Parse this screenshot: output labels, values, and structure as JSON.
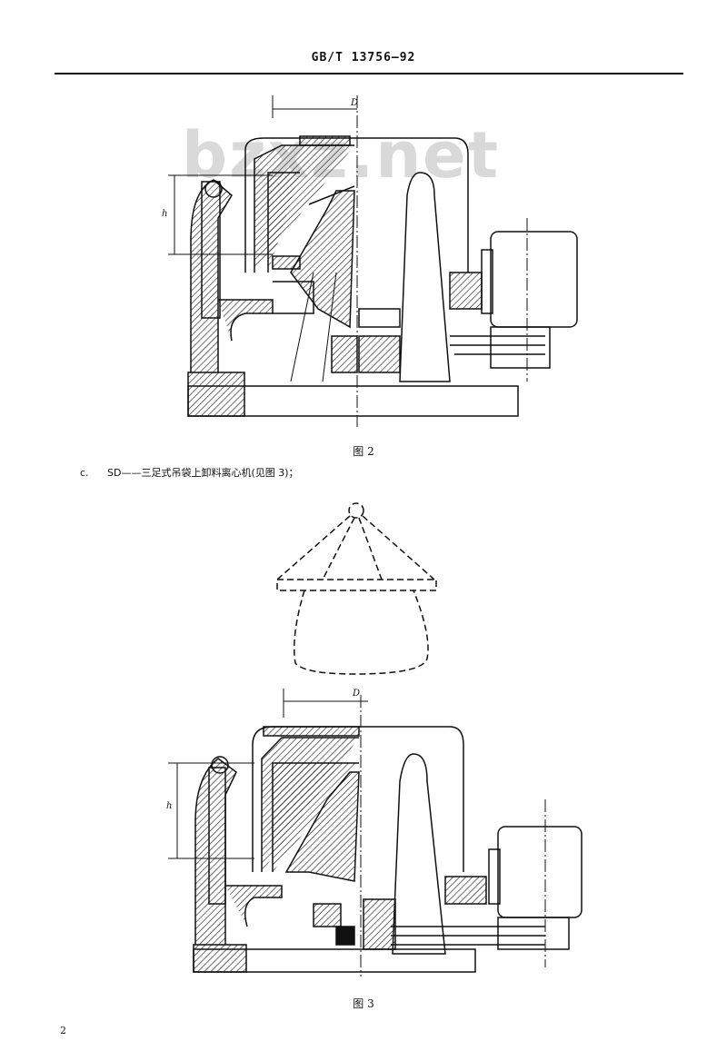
{
  "header": {
    "standard_no": "GB/T 13756—92"
  },
  "watermark": {
    "text": "bzxz.net"
  },
  "figure2": {
    "caption": "图 2",
    "dim_d": "D",
    "dim_h": "h"
  },
  "item_c": {
    "label": "c.",
    "text": "SD——三足式吊袋上卸料离心机(见图 3)；"
  },
  "figure3": {
    "caption": "图 3",
    "dim_d": "D",
    "dim_h": "h"
  },
  "page": {
    "number": "2"
  }
}
